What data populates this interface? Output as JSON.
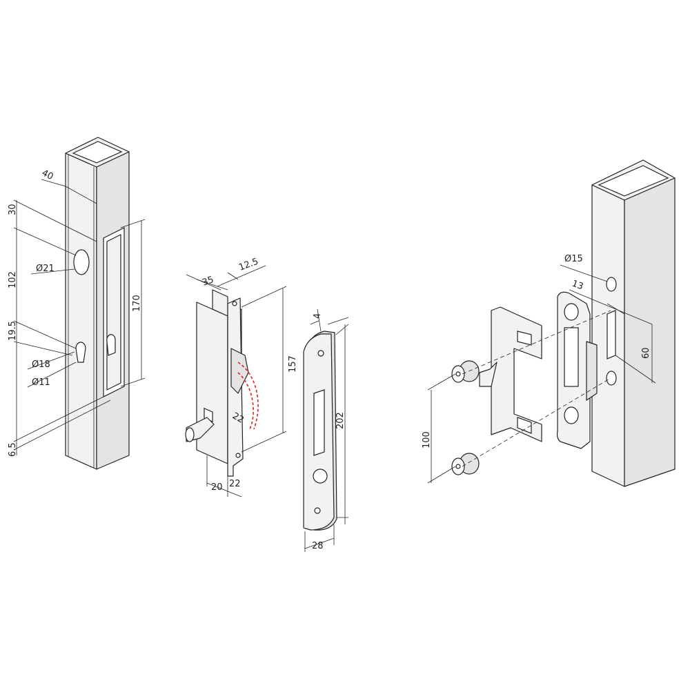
{
  "left_post": {
    "dims": {
      "width": "40",
      "top_offset": "30",
      "spacing": "102",
      "hole_large": "Ø21",
      "offset2": "19.5",
      "hole_cyl": "Ø18",
      "hole_small": "Ø11",
      "slot_length": "170",
      "bottom": "6.5"
    }
  },
  "lock": {
    "dims": {
      "depth": "35",
      "faceplate": "12.5",
      "height": "157",
      "latch": "22",
      "backset": "20",
      "cyl": "22"
    }
  },
  "strike_plate": {
    "dims": {
      "thickness": "4",
      "height": "202",
      "width": "28"
    }
  },
  "right_post": {
    "dims": {
      "hole": "Ø15",
      "slot_offset": "13",
      "slot_length": "60",
      "bolt_spacing": "100"
    }
  },
  "colors": {
    "line": "#222222",
    "fill": "#f2f2f2",
    "swing_arc": "#dd2222"
  }
}
